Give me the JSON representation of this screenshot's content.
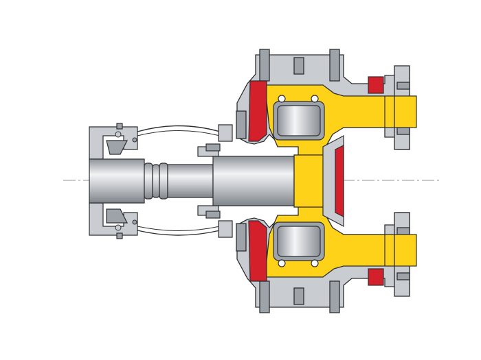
{
  "figure": {
    "kind": "engineering-cross-section",
    "labels": [],
    "colors": {
      "background": "#ffffff",
      "casing_grey": "#c9ccd0",
      "casing_dark": "#9ea3a9",
      "outline": "#2b2d31",
      "fluid_yellow": "#ffd21a",
      "seal_red": "#d3202b",
      "highlight": "#f2f3f5",
      "centerline": "#6f7378"
    },
    "parts": [
      "motor-shaft",
      "coupling",
      "drive-shaft",
      "coupling-lantern",
      "bearing-housing",
      "upper-bearing",
      "lower-bearing",
      "impeller-disc",
      "pump-casing",
      "upper-seal",
      "lower-seal",
      "inlet-flange-top",
      "outlet-flange-bottom"
    ]
  }
}
